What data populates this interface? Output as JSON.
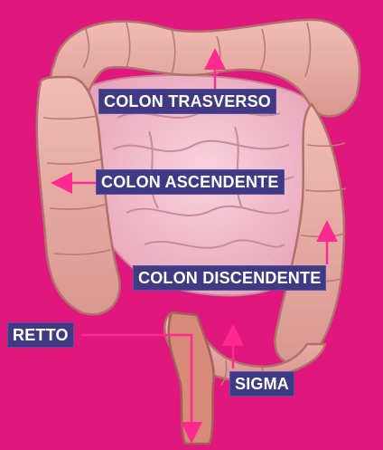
{
  "colors": {
    "background": "#e0177c",
    "label_bg": "#403a85",
    "label_text": "#ffffff",
    "arrow": "#ff2a8f",
    "colon_tissue": "#e9a9a2",
    "colon_shadow": "#c07f7c",
    "small_intestine": "#f3bccb",
    "rectum": "#d88a78"
  },
  "labels": {
    "trasverso": "COLON TRASVERSO",
    "ascendente": "COLON ASCENDENTE",
    "discendente": "COLON DISCENDENTE",
    "retto": "RETTO",
    "sigma": "SIGMA"
  }
}
